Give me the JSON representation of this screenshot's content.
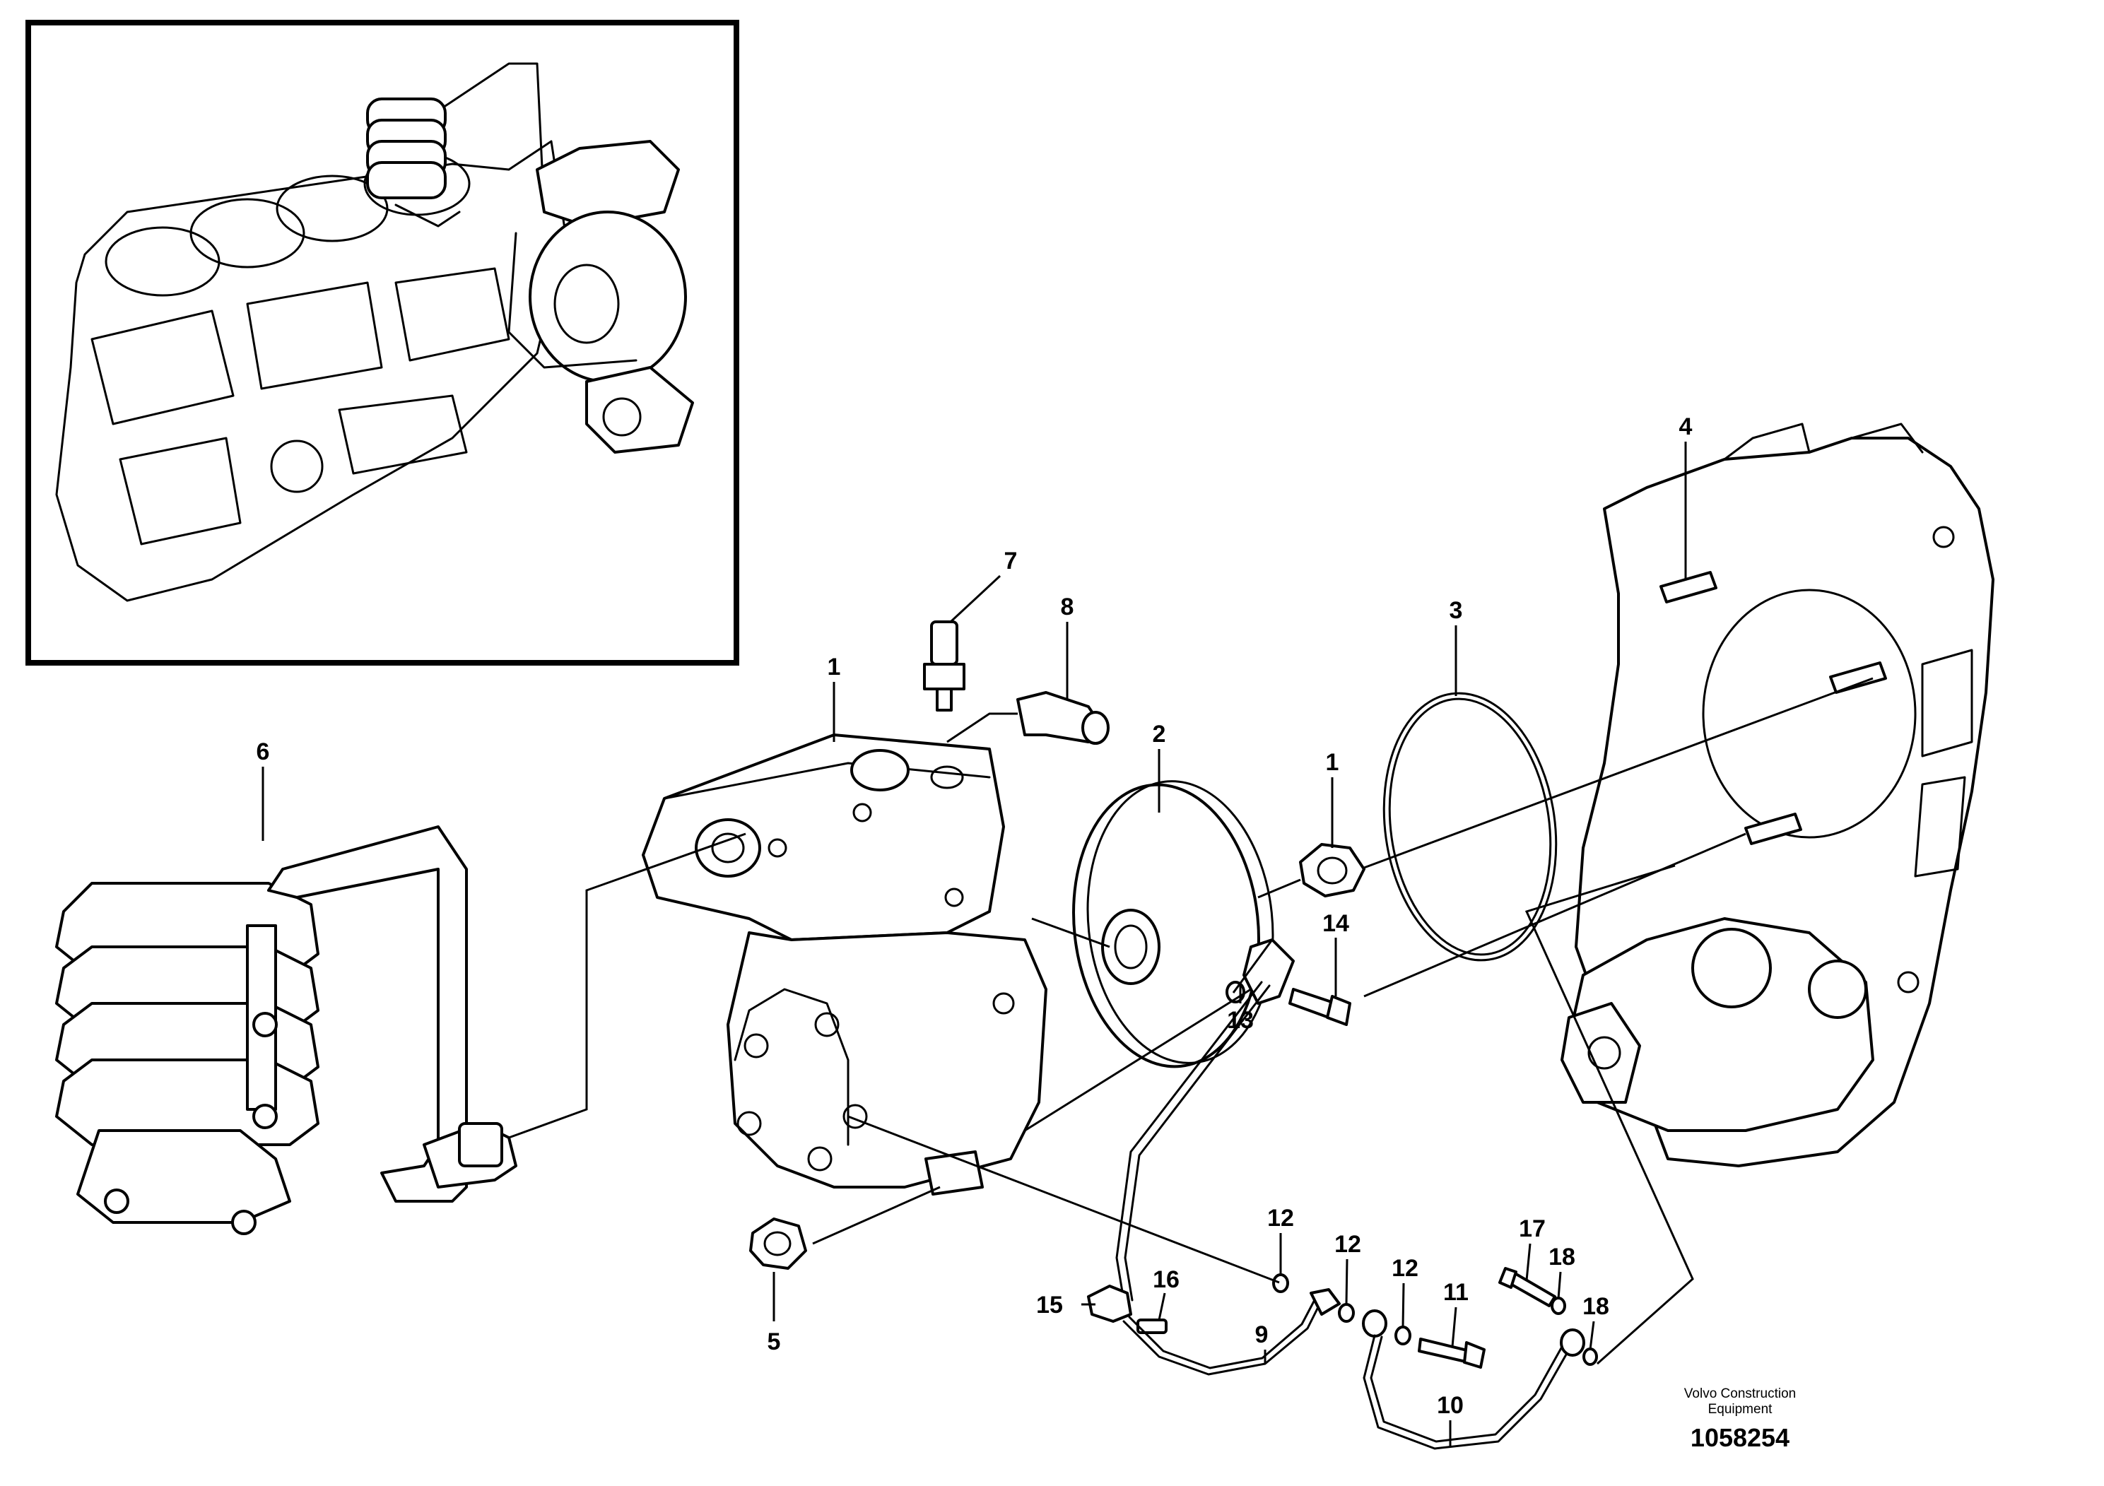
{
  "callouts": {
    "c1a": "1",
    "c1b": "1",
    "c2": "2",
    "c3": "3",
    "c4": "4",
    "c5": "5",
    "c6": "6",
    "c7": "7",
    "c8": "8",
    "c9": "9",
    "c10": "10",
    "c11": "11",
    "c12a": "12",
    "c12b": "12",
    "c12c": "12",
    "c13": "13",
    "c14": "14",
    "c15": "15",
    "c16": "16",
    "c17": "17",
    "c18a": "18",
    "c18b": "18"
  },
  "credit": {
    "line1": "Volvo Construction",
    "line2": "Equipment"
  },
  "doc_number": "1058254"
}
